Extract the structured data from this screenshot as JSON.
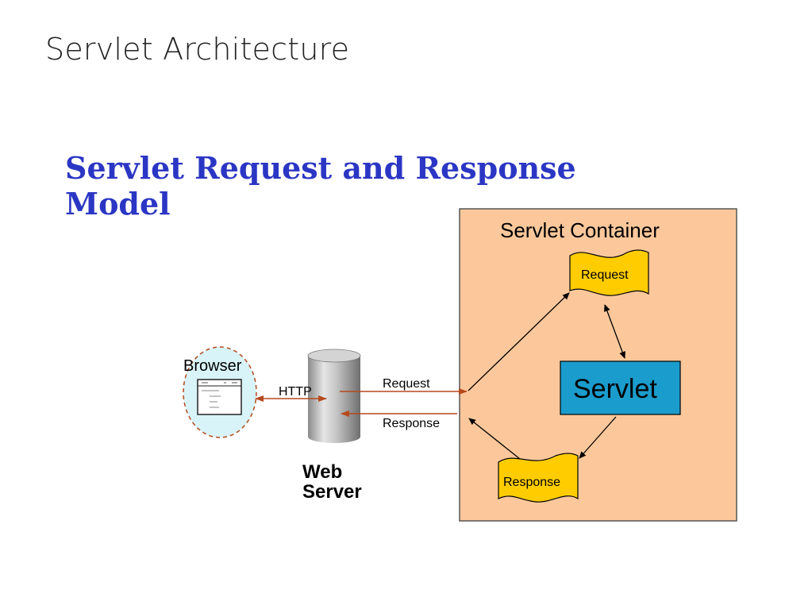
{
  "slide": {
    "title": "Servlet Architecture"
  },
  "diagram": {
    "heading_line1": "Servlet Request and Response",
    "heading_line2": "Model",
    "container_label": "Servlet Container",
    "servlet_label": "Servlet",
    "request_doc_label": "Request",
    "response_doc_label": "Response",
    "browser_label": "Browser",
    "http_label": "HTTP",
    "request_arrow_label": "Request",
    "response_arrow_label": "Response",
    "web_server_line1": "Web",
    "web_server_line2": "Server",
    "colors": {
      "heading": "#2b36c4",
      "container_fill": "#fcc89b",
      "servlet_fill": "#1a9ccc",
      "doc_fill": "#ffcc00",
      "browser_fill": "#d8f4f8",
      "http_arrows": "#b5491d"
    }
  }
}
